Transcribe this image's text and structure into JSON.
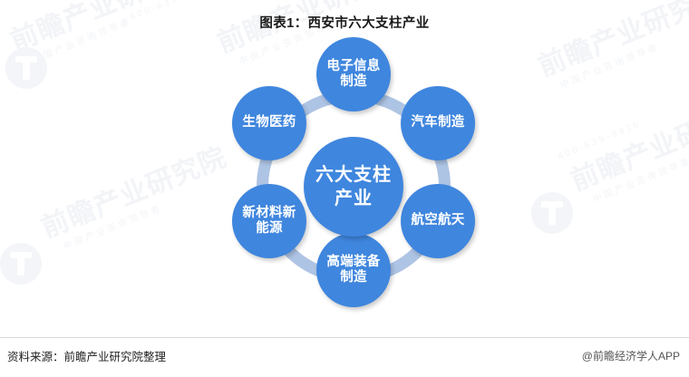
{
  "title": "图表1：西安市六大支柱产业",
  "center": {
    "label": "六大支柱产业"
  },
  "nodes": [
    {
      "label": "电子信息制造",
      "position": "top"
    },
    {
      "label": "汽车制造",
      "position": "upper-right"
    },
    {
      "label": "航空航天",
      "position": "lower-right"
    },
    {
      "label": "高端装备制造",
      "position": "bottom"
    },
    {
      "label": "新材料新能源",
      "position": "lower-left"
    },
    {
      "label": "生物医药",
      "position": "upper-left"
    }
  ],
  "footer": {
    "source": "资料来源：前瞻产业研究院整理",
    "credit": "@前瞻经济学人APP"
  },
  "watermarks": {
    "brand": "前瞻产业研究院",
    "tagline": "中国产业咨询领导者",
    "phone": "400-639-9936"
  },
  "colors": {
    "node_blue": "#3f86de",
    "ring_blue": "#aec4e4",
    "title_text": "#1a1a1a",
    "divider": "#d9d9d9",
    "watermark": "#f2f4f7"
  },
  "chart_data": {
    "type": "diagram",
    "title": "图表1：西安市六大支柱产业",
    "center": "六大支柱产业",
    "categories": [
      "电子信息制造",
      "汽车制造",
      "航空航天",
      "高端装备制造",
      "新材料新能源",
      "生物医药"
    ],
    "values": [
      1,
      1,
      1,
      1,
      1,
      1
    ],
    "layout": "radial-hub-and-spoke-ring",
    "legend": "none",
    "grid": false
  }
}
